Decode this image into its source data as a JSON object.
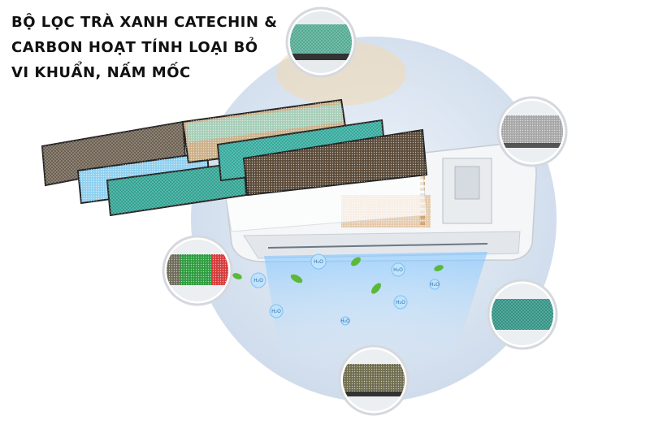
{
  "headline": {
    "line1": "BỘ LỌC TRÀ XANH CATECHIN &",
    "line2": "CARBON HOẠT TÍNH LOẠI BỎ",
    "line3": "VI KHUẨN, NẤM MỐC"
  },
  "mist_labels": [
    "H₂O",
    "H₂O",
    "H₂O",
    "H₂O",
    "H₂O",
    "H₂O",
    "H₂O"
  ],
  "colors": {
    "background_circle": "#dbe6f3",
    "unit_body": "#f4f6f8",
    "green_tea_filter": "#2aa08f",
    "carbon_filter": "#5b4a38",
    "mist": "#9fd4ff",
    "leaf": "#5cb83a",
    "detail_red": "#d63a3a",
    "detail_green": "#2d9b3e"
  }
}
